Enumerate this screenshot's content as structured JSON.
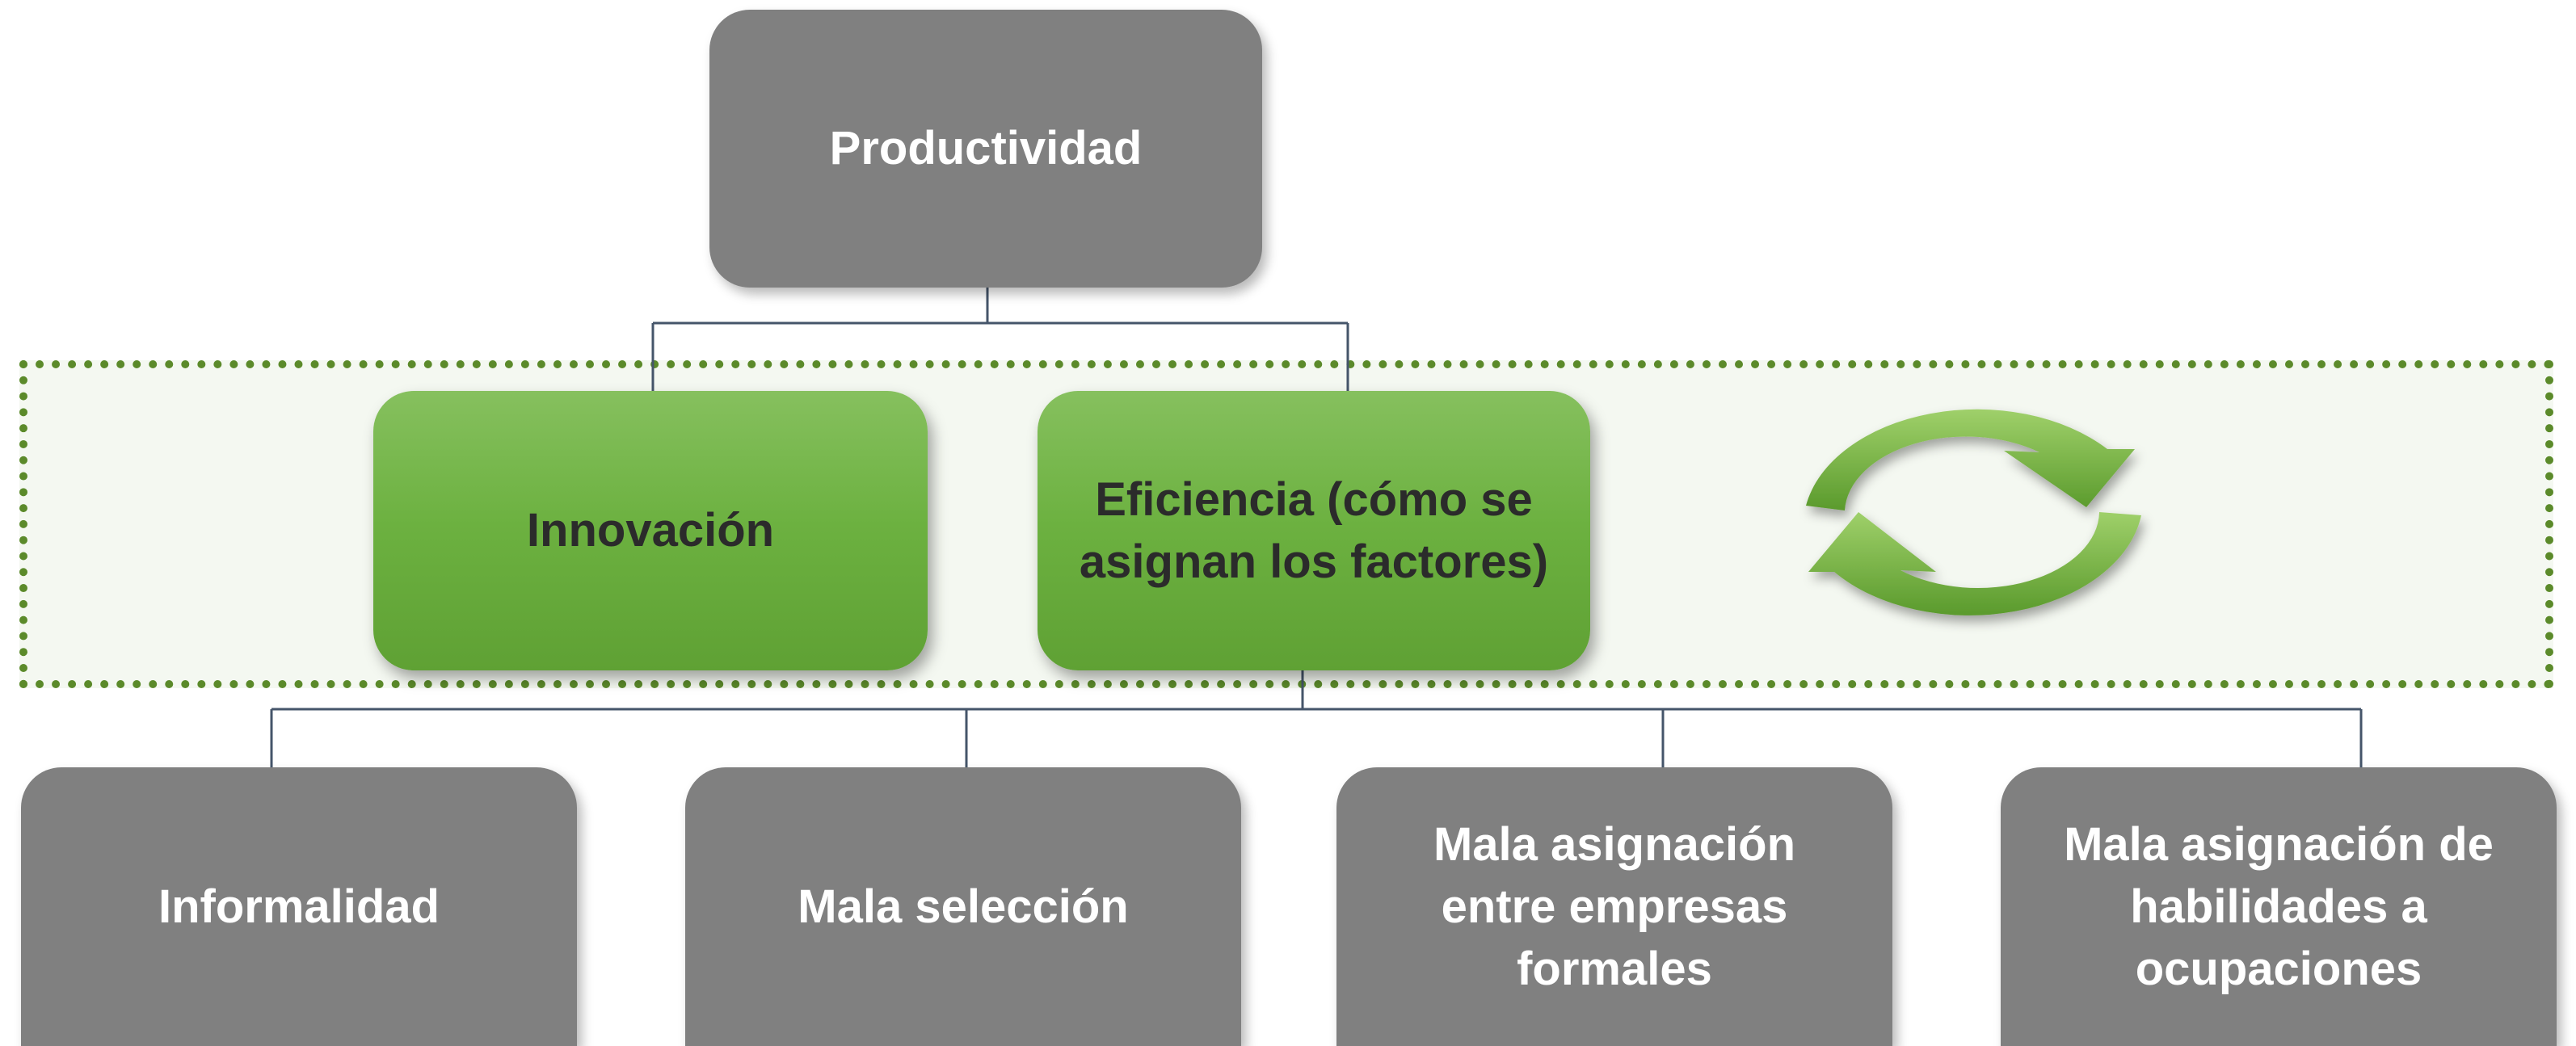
{
  "nodes": {
    "root": "Productividad",
    "innovation": "Innovación",
    "efficiency": "Eficiencia (cómo se\nasignan  los factores)",
    "informality": "Informalidad",
    "bad_selection": "Mala selección",
    "misallocation_firms": "Mala asignación\nentre empresas\nformales",
    "misallocation_skills": "Mala asignación  de\nhabilidades  a\nocupaciones"
  },
  "colors": {
    "gray_box": "#808080",
    "green_box": "#6cb140",
    "zone_border": "#5b8a2a",
    "connector": "#45556a"
  },
  "icons": {
    "cycle": "circular-arrows-icon"
  }
}
